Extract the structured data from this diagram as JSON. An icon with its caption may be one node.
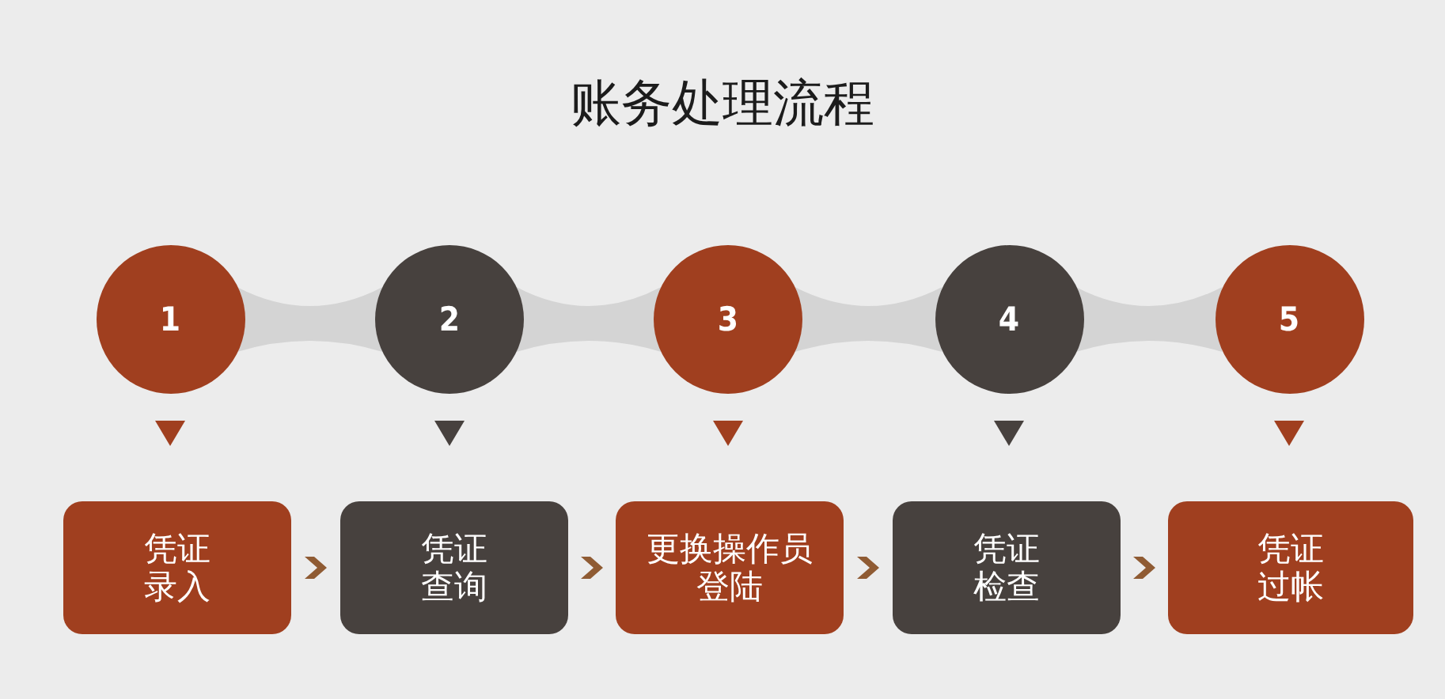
{
  "diagram": {
    "title": "账务处理流程",
    "nodes": [
      {
        "text": [
          "1"
        ]
      },
      {
        "text": [
          "2"
        ]
      },
      {
        "text": [
          "3"
        ]
      },
      {
        "text": [
          "4"
        ]
      },
      {
        "text": [
          "5"
        ]
      },
      {
        "text": [
          "凭证录入"
        ]
      },
      {
        "text": [
          "凭证查询"
        ]
      },
      {
        "text": [
          "更换操作员登陆"
        ]
      },
      {
        "text": [
          "凭证检查"
        ]
      },
      {
        "text": [
          "凭证过帐"
        ]
      }
    ],
    "edges": [
      {
        "from": 0,
        "to": 1,
        "arrow": "none",
        "style": "thick",
        "color": "#d4d4d4"
      },
      {
        "from": 1,
        "to": 2,
        "arrow": "none",
        "style": "thick",
        "color": "#d4d4d4"
      },
      {
        "from": 2,
        "to": 3,
        "arrow": "none",
        "style": "thick",
        "color": "#d4d4d4"
      },
      {
        "from": 3,
        "to": 4,
        "arrow": "none",
        "style": "thick",
        "color": "#d4d4d4"
      },
      {
        "from": 0,
        "to": 5,
        "arrow": "to",
        "color": "#a03f1f"
      },
      {
        "from": 1,
        "to": 6,
        "arrow": "to",
        "color": "#47413e"
      },
      {
        "from": 2,
        "to": 7,
        "arrow": "to",
        "color": "#a03f1f"
      },
      {
        "from": 3,
        "to": 8,
        "arrow": "to",
        "color": "#47413e"
      },
      {
        "from": 4,
        "to": 9,
        "arrow": "to",
        "color": "#a03f1f"
      },
      {
        "from": 5,
        "to": 6,
        "arrow": "to",
        "color": "#8f5b33"
      },
      {
        "from": 6,
        "to": 7,
        "arrow": "to",
        "color": "#8f5b33"
      },
      {
        "from": 7,
        "to": 8,
        "arrow": "to",
        "color": "#8f5b33"
      },
      {
        "from": 8,
        "to": 9,
        "arrow": "to",
        "color": "#8f5b33"
      }
    ]
  }
}
